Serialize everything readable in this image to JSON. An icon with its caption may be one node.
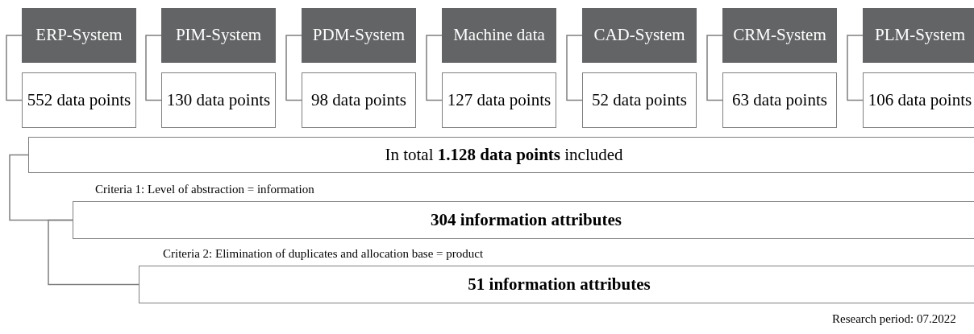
{
  "diagram": {
    "nodes": [
      {
        "text": [
          "ERP-System"
        ]
      },
      {
        "text": [
          "PIM-System"
        ]
      },
      {
        "text": [
          "PDM-System"
        ]
      },
      {
        "text": [
          "Machine data"
        ]
      },
      {
        "text": [
          "CAD-System"
        ]
      },
      {
        "text": [
          "CRM-System"
        ]
      },
      {
        "text": [
          "PLM-System"
        ]
      },
      {
        "text": [
          "552 data points"
        ]
      },
      {
        "text": [
          "130 data points"
        ]
      },
      {
        "text": [
          "98 data points"
        ]
      },
      {
        "text": [
          "127 data points"
        ]
      },
      {
        "text": [
          "52 data points"
        ]
      },
      {
        "text": [
          "63 data points"
        ]
      },
      {
        "text": [
          "106 data points"
        ]
      },
      {
        "text": [
          "In total **1.128 data points** included"
        ]
      },
      {
        "text": [
          "304 information attributes"
        ]
      },
      {
        "text": [
          "51 information attributes"
        ]
      }
    ],
    "edges": [
      {
        "from": 0,
        "to": 7,
        "arrow": "none"
      },
      {
        "from": 1,
        "to": 8,
        "arrow": "none"
      },
      {
        "from": 2,
        "to": 9,
        "arrow": "none"
      },
      {
        "from": 3,
        "to": 10,
        "arrow": "none"
      },
      {
        "from": 4,
        "to": 11,
        "arrow": "none"
      },
      {
        "from": 5,
        "to": 12,
        "arrow": "none"
      },
      {
        "from": 6,
        "to": 13,
        "arrow": "none"
      },
      {
        "from": 14,
        "to": 15,
        "arrow": "none"
      },
      {
        "from": 15,
        "to": 16,
        "arrow": "none"
      }
    ],
    "labels": [
      "Criteria 1: Level of abstraction = information",
      "Criteria 2: Elimination of duplicates and allocation base = product",
      "Research period: 07.2022"
    ]
  }
}
